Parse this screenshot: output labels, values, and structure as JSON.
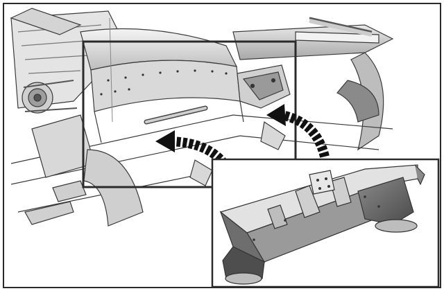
{
  "figure": {
    "kind": "technical-line-illustration",
    "description_icons": [
      "overview-machine-drawing",
      "detail-inset-drawing",
      "curved-arrow-left",
      "curved-arrow-right"
    ],
    "colors": {
      "frame": "#2a2a2a",
      "line": "#3a3a3a",
      "shade_light": "#e6e6e6",
      "shade_mid": "#bdbdbd",
      "shade_dark": "#6e6e6e",
      "arrow": "#111111"
    }
  }
}
